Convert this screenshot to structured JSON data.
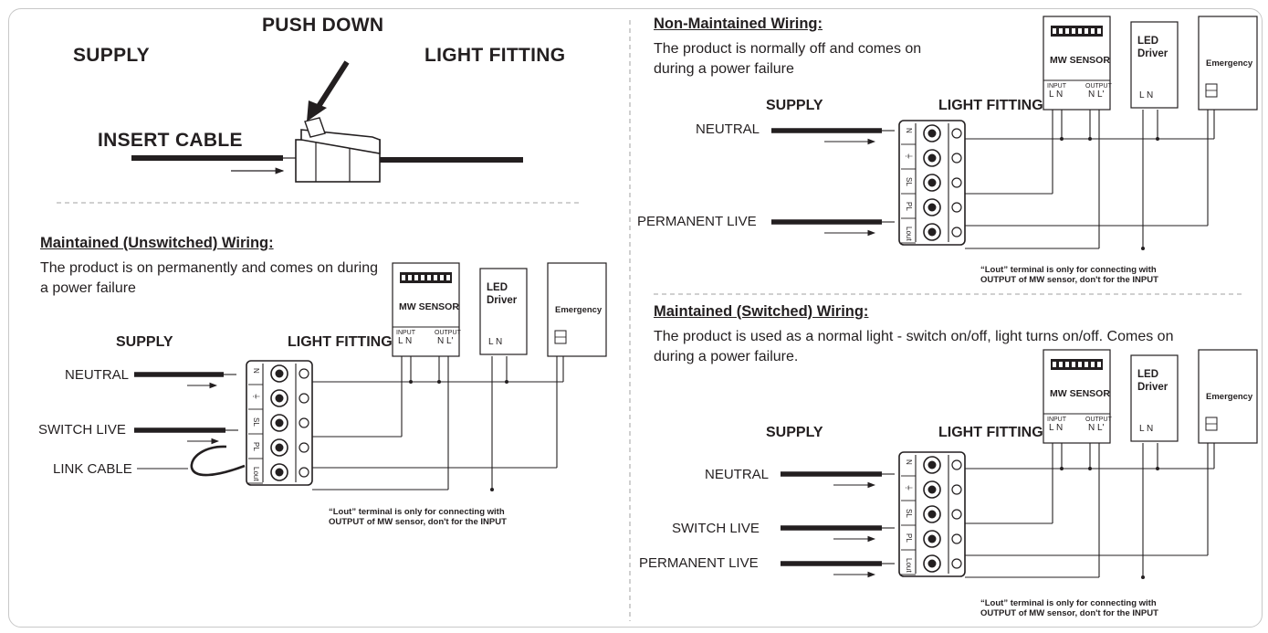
{
  "top": {
    "supply": "SUPPLY",
    "push_down": "PUSH DOWN",
    "light_fitting": "LIGHT FITTING",
    "insert_cable": "INSERT CABLE"
  },
  "maintained_unswitched": {
    "heading": "Maintained (Unswitched) Wiring:",
    "description": "The product is on permanently and comes on during a power failure",
    "supply": "SUPPLY",
    "light_fitting": "LIGHT FITTING",
    "wires": [
      "NEUTRAL",
      "SWITCH LIVE",
      "LINK CABLE"
    ]
  },
  "non_maintained": {
    "heading": "Non-Maintained Wiring:",
    "description": "The product is normally off and comes on during a power failure",
    "supply": "SUPPLY",
    "light_fitting": "LIGHT FITTING",
    "wires": [
      "NEUTRAL",
      "PERMANENT LIVE"
    ]
  },
  "maintained_switched": {
    "heading": "Maintained (Switched) Wiring:",
    "description": "The product is used as a normal light - switch on/off, light turns on/off. Comes on during a power failure.",
    "supply": "SUPPLY",
    "light_fitting": "LIGHT FITTING",
    "wires": [
      "NEUTRAL",
      "SWITCH LIVE",
      "PERMANENT LIVE"
    ]
  },
  "components": {
    "mw_sensor": "MW SENSOR",
    "input": "INPUT",
    "output": "OUTPUT",
    "input_terminals": "L  N",
    "output_terminals": "N  L'",
    "led_driver": "LED Driver",
    "driver_terminals": "L  N",
    "emergency": "Emergency"
  },
  "terminal_labels": [
    "N",
    "⏚",
    "SL",
    "PL",
    "Lout"
  ],
  "lout_note": "“Lout” terminal is only for connecting with OUTPUT of MW sensor, don't for the INPUT",
  "colors": {
    "ink": "#231f20",
    "frame": "#c8c8c8",
    "divider": "#a0a0a0"
  }
}
